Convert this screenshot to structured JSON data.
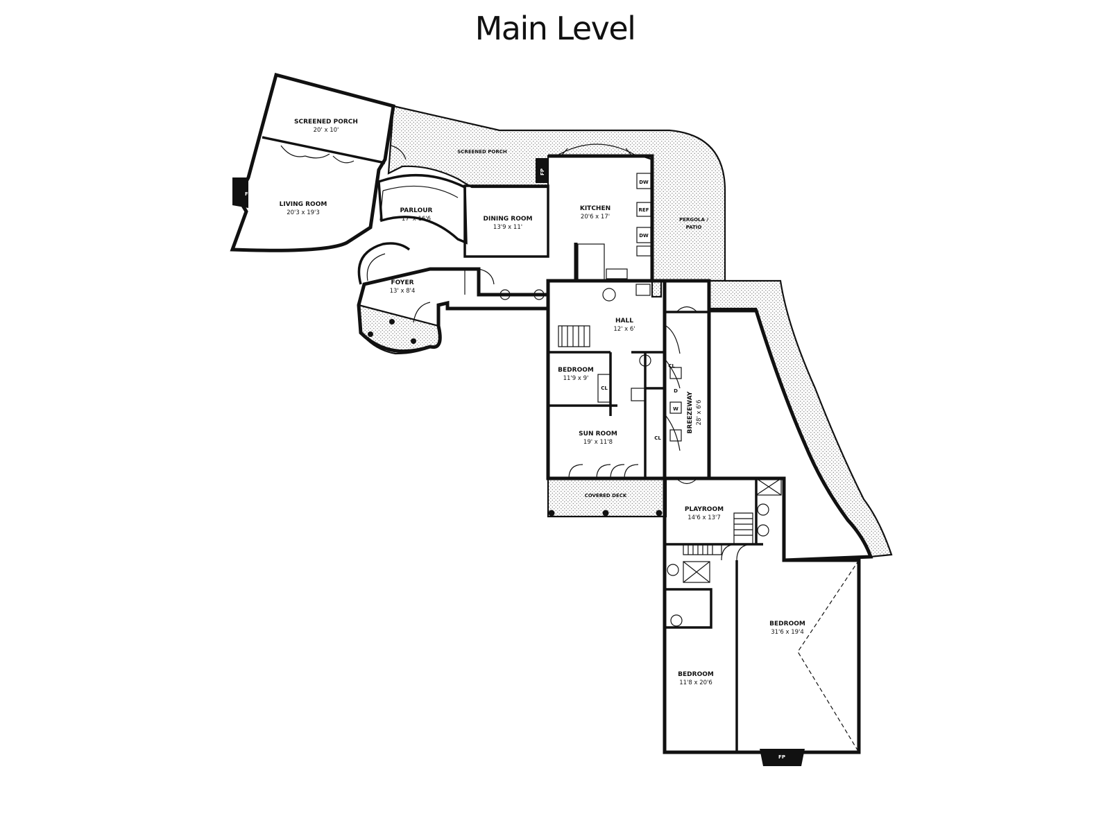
{
  "title": "Main Level",
  "colors": {
    "ink": "#111111",
    "paper": "#ffffff",
    "stipple": "#8a8a8a"
  },
  "rooms": [
    {
      "name": "SCREENED PORCH",
      "size": "20' x 10'"
    },
    {
      "name": "LIVING ROOM",
      "size": "20'3 x 19'3"
    },
    {
      "name": "PARLOUR",
      "size": "17' x 16'6"
    },
    {
      "name": "DINING ROOM",
      "size": "13'9 x 11'"
    },
    {
      "name": "KITCHEN",
      "size": "20'6 x 17'"
    },
    {
      "name": "FOYER",
      "size": "13' x 8'4"
    },
    {
      "name": "HALL",
      "size": "12' x 6'"
    },
    {
      "name": "BEDROOM",
      "size": "11'9 x 9'"
    },
    {
      "name": "SUN ROOM",
      "size": "19' x 11'8"
    },
    {
      "name": "BREEZEWAY",
      "size": "28' x 6'6"
    },
    {
      "name": "PLAYROOM",
      "size": "14'6 x 13'7"
    },
    {
      "name": "BEDROOM",
      "size": "31'6 x 19'4"
    },
    {
      "name": "BEDROOM",
      "size": "11'8 x 20'6"
    }
  ],
  "areas": {
    "screened_porch_outer": "SCREENED PORCH",
    "pergola_1": "PERGOLA /",
    "pergola_2": "PATIO",
    "covered_deck": "COVERED DECK"
  },
  "fixtures": {
    "fp": "FP",
    "cl": "CL",
    "dw": "DW",
    "ref": "REF",
    "d": "D",
    "w": "W"
  }
}
